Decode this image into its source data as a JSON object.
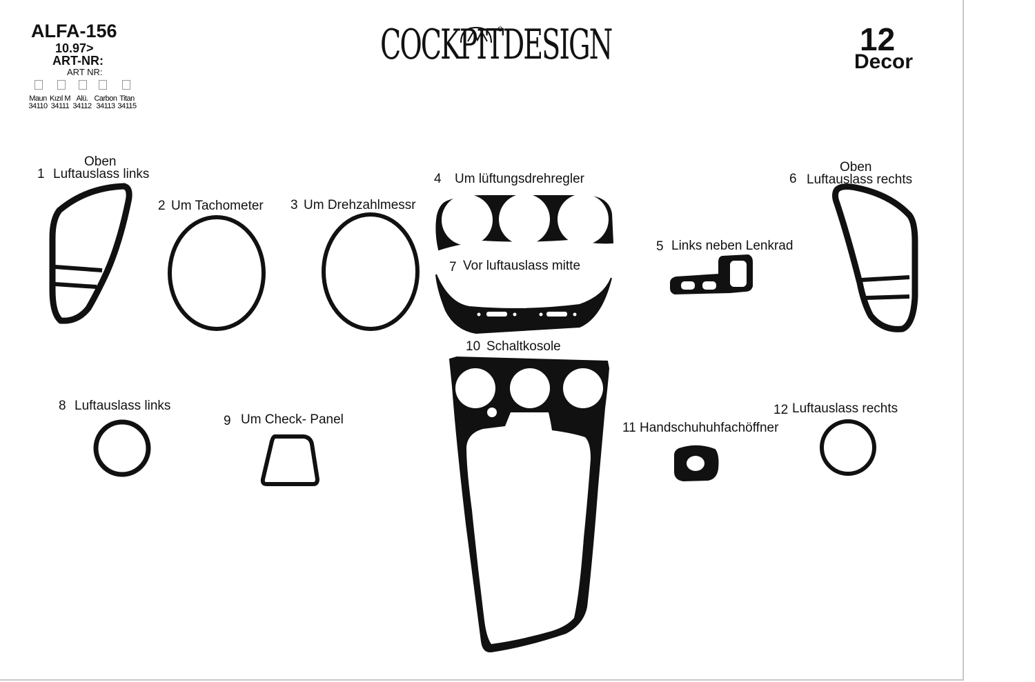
{
  "header": {
    "model": "ALFA-156",
    "date": "10.97>",
    "art_nr_bold": "ART-NR:",
    "art_nr_small": "ART NR:",
    "brand": "COCKPITDESIGN",
    "piece_count": "12",
    "decor_label": "Decor"
  },
  "swatches": [
    {
      "name": "Maun",
      "code": "34110"
    },
    {
      "name": "Kızıl M",
      "code": "34111"
    },
    {
      "name": "Alü.",
      "code": "34112"
    },
    {
      "name": "Carbon",
      "code": "34113"
    },
    {
      "name": "Titan",
      "code": "34115"
    }
  ],
  "parts": {
    "p1": {
      "number": "1",
      "name": "Luftauslass links",
      "note": "Oben"
    },
    "p2": {
      "number": "2",
      "name": "Um Tachometer"
    },
    "p3": {
      "number": "3",
      "name": "Um Drehzahlmessr"
    },
    "p4": {
      "number": "4",
      "name": "Um lüftungsdrehregler"
    },
    "p5": {
      "number": "5",
      "name": "Links neben Lenkrad"
    },
    "p6": {
      "number": "6",
      "name": "Luftauslass rechts",
      "note": "Oben"
    },
    "p7": {
      "number": "7",
      "name": "Vor luftauslass mitte"
    },
    "p8": {
      "number": "8",
      "name": "Luftauslass links"
    },
    "p9": {
      "number": "9",
      "name": "Um Check- Panel"
    },
    "p10": {
      "number": "10",
      "name": "Schaltkosole"
    },
    "p11": {
      "number": "11",
      "name": "Handschuhuhfachöffner"
    },
    "p12": {
      "number": "12",
      "name": "Luftauslass rechts"
    }
  }
}
